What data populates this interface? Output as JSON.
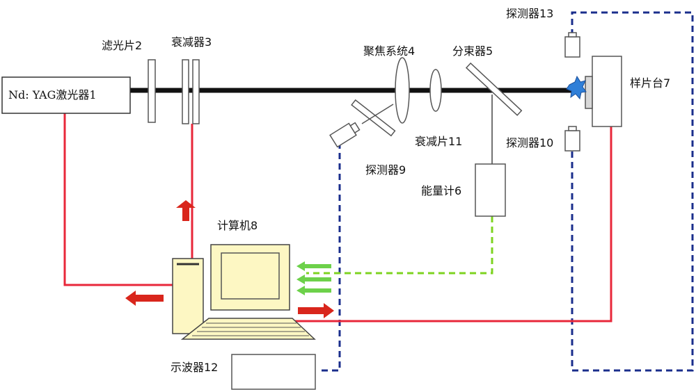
{
  "labels": {
    "laser": "Nd: YAG激光器1",
    "filter": "滤光片2",
    "attenuator": "衰减器3",
    "focus_system": "聚焦系统4",
    "beam_splitter": "分束器5",
    "energy_meter": "能量计6",
    "sample_stage": "样片台7",
    "computer": "计算机8",
    "detector9": "探测器9",
    "detector10": "探测器10",
    "attenuator_plate": "衰减片11",
    "oscilloscope": "示波器12",
    "detector13": "探测器13"
  },
  "colors": {
    "beam": "#111111",
    "control_line": "#e8273a",
    "signal_line": "#1a2e8c",
    "energy_line": "#7ed321",
    "red_arrow": "#d9261c",
    "green_arrow": "#6dd14a",
    "computer_body": "#fdf7c3",
    "spark": "#2f7fd8"
  }
}
